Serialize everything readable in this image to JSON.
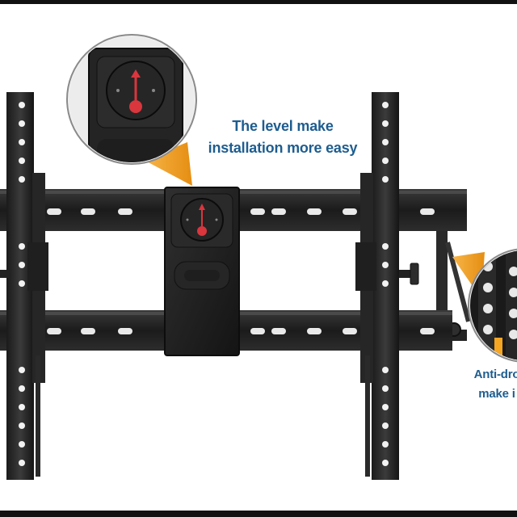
{
  "colors": {
    "accent_text": "#1e5d8f",
    "callout_orange": "#f5a623",
    "bracket_black": "#1c1c1c",
    "level_red": "#d9363e"
  },
  "callouts": {
    "level": {
      "line1": "The level make",
      "line2": "installation more easy"
    },
    "antidrop": {
      "line1": "Anti-dro",
      "line2": "make i"
    }
  }
}
